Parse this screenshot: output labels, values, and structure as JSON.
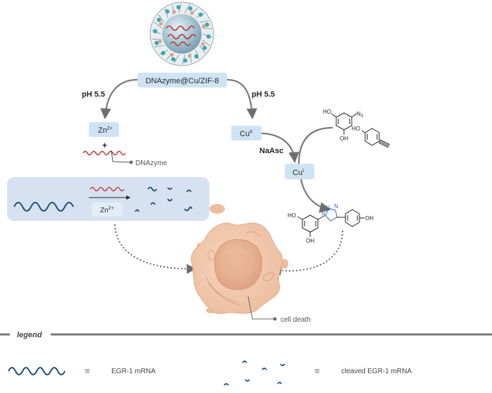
{
  "nodes": {
    "mof": "DNAzyme@Cu/ZIF-8",
    "zn_ion": "Zn",
    "zn_charge": "2+",
    "cu2": "Cu",
    "cu2_ox": "II",
    "cu1": "Cu",
    "cu1_ox": "I",
    "zn_box": "Zn",
    "zn_box_charge": "2+"
  },
  "labels": {
    "ph_left": "pH 5.5",
    "ph_right": "pH 5.5",
    "plus": "+",
    "dnazyme": "DNAzyme",
    "naasc": "NaAsc",
    "cell_death": "cell death"
  },
  "chem": {
    "ho": "HO",
    "oh": "OH",
    "n": "N",
    "n3": "N",
    "n3_sub": "3"
  },
  "legend": {
    "title": "legend",
    "equiv": "≡",
    "items": [
      "EGR-1 mRNA",
      "cleaved EGR-1 mRNA"
    ]
  },
  "colors": {
    "box_fill": "#cfe3f3",
    "panel_fill": "#d6e2f2",
    "mrna": "#1f4e79",
    "dnazyme": "#c0302b",
    "cell": "#f3cdb3",
    "arrow": "#7a7a7a",
    "triazole": "#2e6db5"
  }
}
